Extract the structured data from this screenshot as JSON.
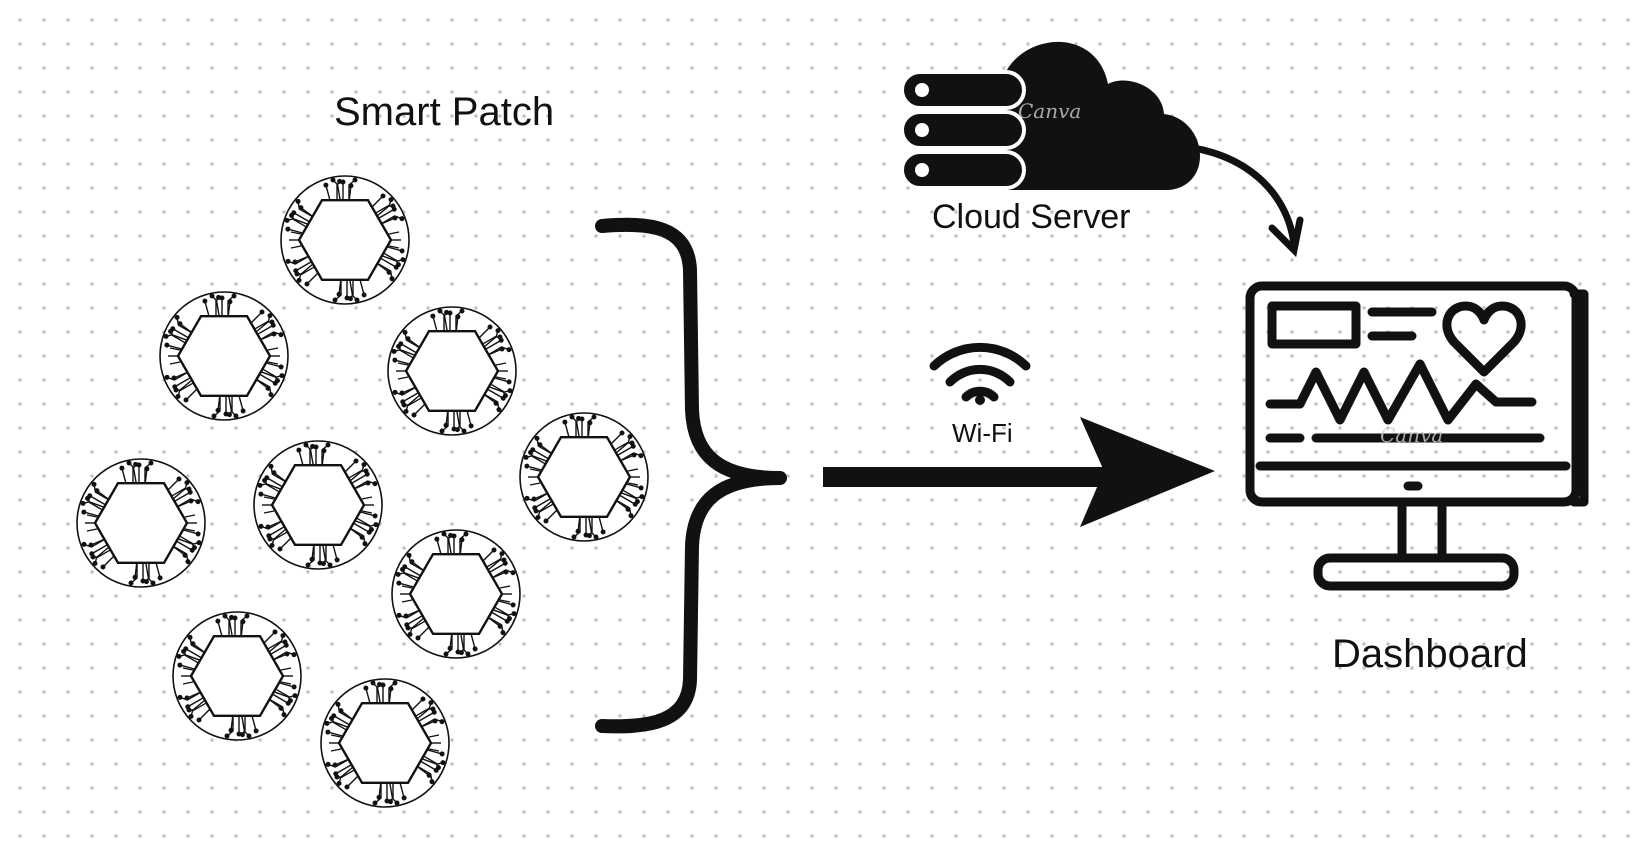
{
  "labels": {
    "smart_patch": "Smart Patch",
    "cloud_server": "Cloud Server",
    "wifi": "Wi-Fi",
    "dashboard": "Dashboard"
  },
  "icons": {
    "patch_sensor": "hexagon-circuit-sensor-icon",
    "cloud_server": "cloud-server-icon",
    "wifi": "wifi-icon",
    "dashboard": "monitor-heart-rate-icon"
  },
  "watermark": "Canva",
  "sensor_count": 9,
  "colors": {
    "ink": "#111111",
    "background": "#ffffff",
    "grid_dots": "#c4c4c4"
  }
}
